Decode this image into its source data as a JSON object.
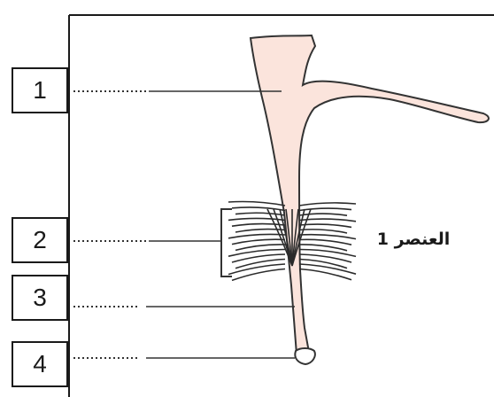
{
  "diagram": {
    "markers": [
      {
        "label": "1"
      },
      {
        "label": "2"
      },
      {
        "label": "3"
      },
      {
        "label": "4"
      }
    ],
    "element_label": "العنصر 1",
    "colors": {
      "plant_fill": "#fbe4dc",
      "outline": "#333333",
      "frame": "#1a1a1a",
      "root_hair": "#2b2b2b"
    }
  }
}
